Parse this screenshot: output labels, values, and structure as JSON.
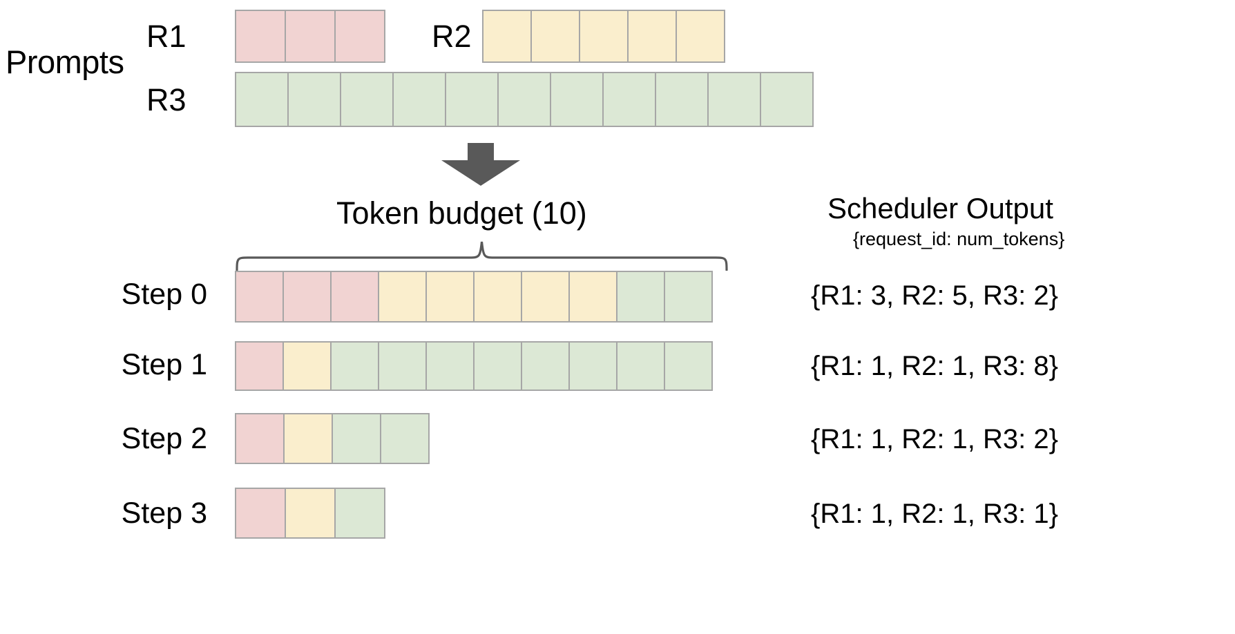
{
  "diagram": {
    "title_prompts": "Prompts",
    "token_budget_label": "Token  budget (10)",
    "scheduler_output_title": "Scheduler Output",
    "scheduler_output_subtitle": "{request_id: num_tokens}",
    "colors": {
      "r1": "#f1d3d2",
      "r2": "#faeecd",
      "r3": "#dce8d5",
      "cell_border": "#a6a6a6",
      "arrow": "#595959",
      "brace": "#595959",
      "text": "#000000",
      "background": "#ffffff"
    }
  },
  "prompts": {
    "section_label": "Prompts",
    "requests": [
      {
        "id": "R1",
        "label": "R1",
        "num_tokens": 3,
        "color_key": "r1"
      },
      {
        "id": "R2",
        "label": "R2",
        "num_tokens": 5,
        "color_key": "r2"
      },
      {
        "id": "R3",
        "label": "R3",
        "num_tokens": 11,
        "color_key": "r3"
      }
    ]
  },
  "token_budget": {
    "label": "Token  budget (10)",
    "value": 10
  },
  "steps": [
    {
      "label": "Step 0",
      "segments": [
        {
          "request": "R1",
          "count": 3,
          "color_key": "r1"
        },
        {
          "request": "R2",
          "count": 5,
          "color_key": "r2"
        },
        {
          "request": "R3",
          "count": 2,
          "color_key": "r3"
        }
      ],
      "output": "{R1: 3, R2: 5, R3: 2}"
    },
    {
      "label": "Step 1",
      "segments": [
        {
          "request": "R1",
          "count": 1,
          "color_key": "r1"
        },
        {
          "request": "R2",
          "count": 1,
          "color_key": "r2"
        },
        {
          "request": "R3",
          "count": 8,
          "color_key": "r3"
        }
      ],
      "output": "{R1: 1, R2: 1, R3: 8}"
    },
    {
      "label": "Step 2",
      "segments": [
        {
          "request": "R1",
          "count": 1,
          "color_key": "r1"
        },
        {
          "request": "R2",
          "count": 1,
          "color_key": "r2"
        },
        {
          "request": "R3",
          "count": 2,
          "color_key": "r3"
        }
      ],
      "output": "{R1: 1, R2: 1, R3: 2}"
    },
    {
      "label": "Step 3",
      "segments": [
        {
          "request": "R1",
          "count": 1,
          "color_key": "r1"
        },
        {
          "request": "R2",
          "count": 1,
          "color_key": "r2"
        },
        {
          "request": "R3",
          "count": 1,
          "color_key": "r3"
        }
      ],
      "output": "{R1: 1, R2: 1, R3: 1}"
    }
  ],
  "scheduler_output": {
    "title": "Scheduler Output",
    "subtitle": "{request_id: num_tokens}",
    "rows": [
      "{R1: 3, R2: 5, R3: 2}",
      "{R1: 1, R2: 1, R3: 8}",
      "{R1: 1, R2: 1, R3: 2}",
      "{R1: 1, R2: 1, R3: 1}"
    ]
  },
  "icons": {
    "down_arrow": "down-arrow-icon",
    "brace": "curly-brace-icon"
  }
}
